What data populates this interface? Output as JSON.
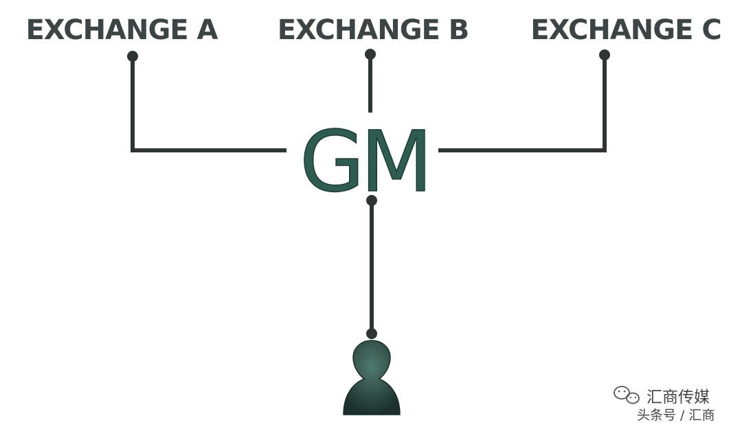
{
  "exchanges": [
    {
      "label": "EXCHANGE A"
    },
    {
      "label": "EXCHANGE B"
    },
    {
      "label": "EXCHANGE C"
    }
  ],
  "hub": {
    "label": "GM"
  },
  "user": {
    "icon": "user-icon"
  },
  "watermark": {
    "icon": "wechat-icon",
    "line1": "汇商传媒",
    "line2": "头条号 / 汇商"
  },
  "colors": {
    "line": "#2e3533",
    "label": "#3c4544",
    "hub": "#2f5c51",
    "user": "#2f4a43"
  }
}
